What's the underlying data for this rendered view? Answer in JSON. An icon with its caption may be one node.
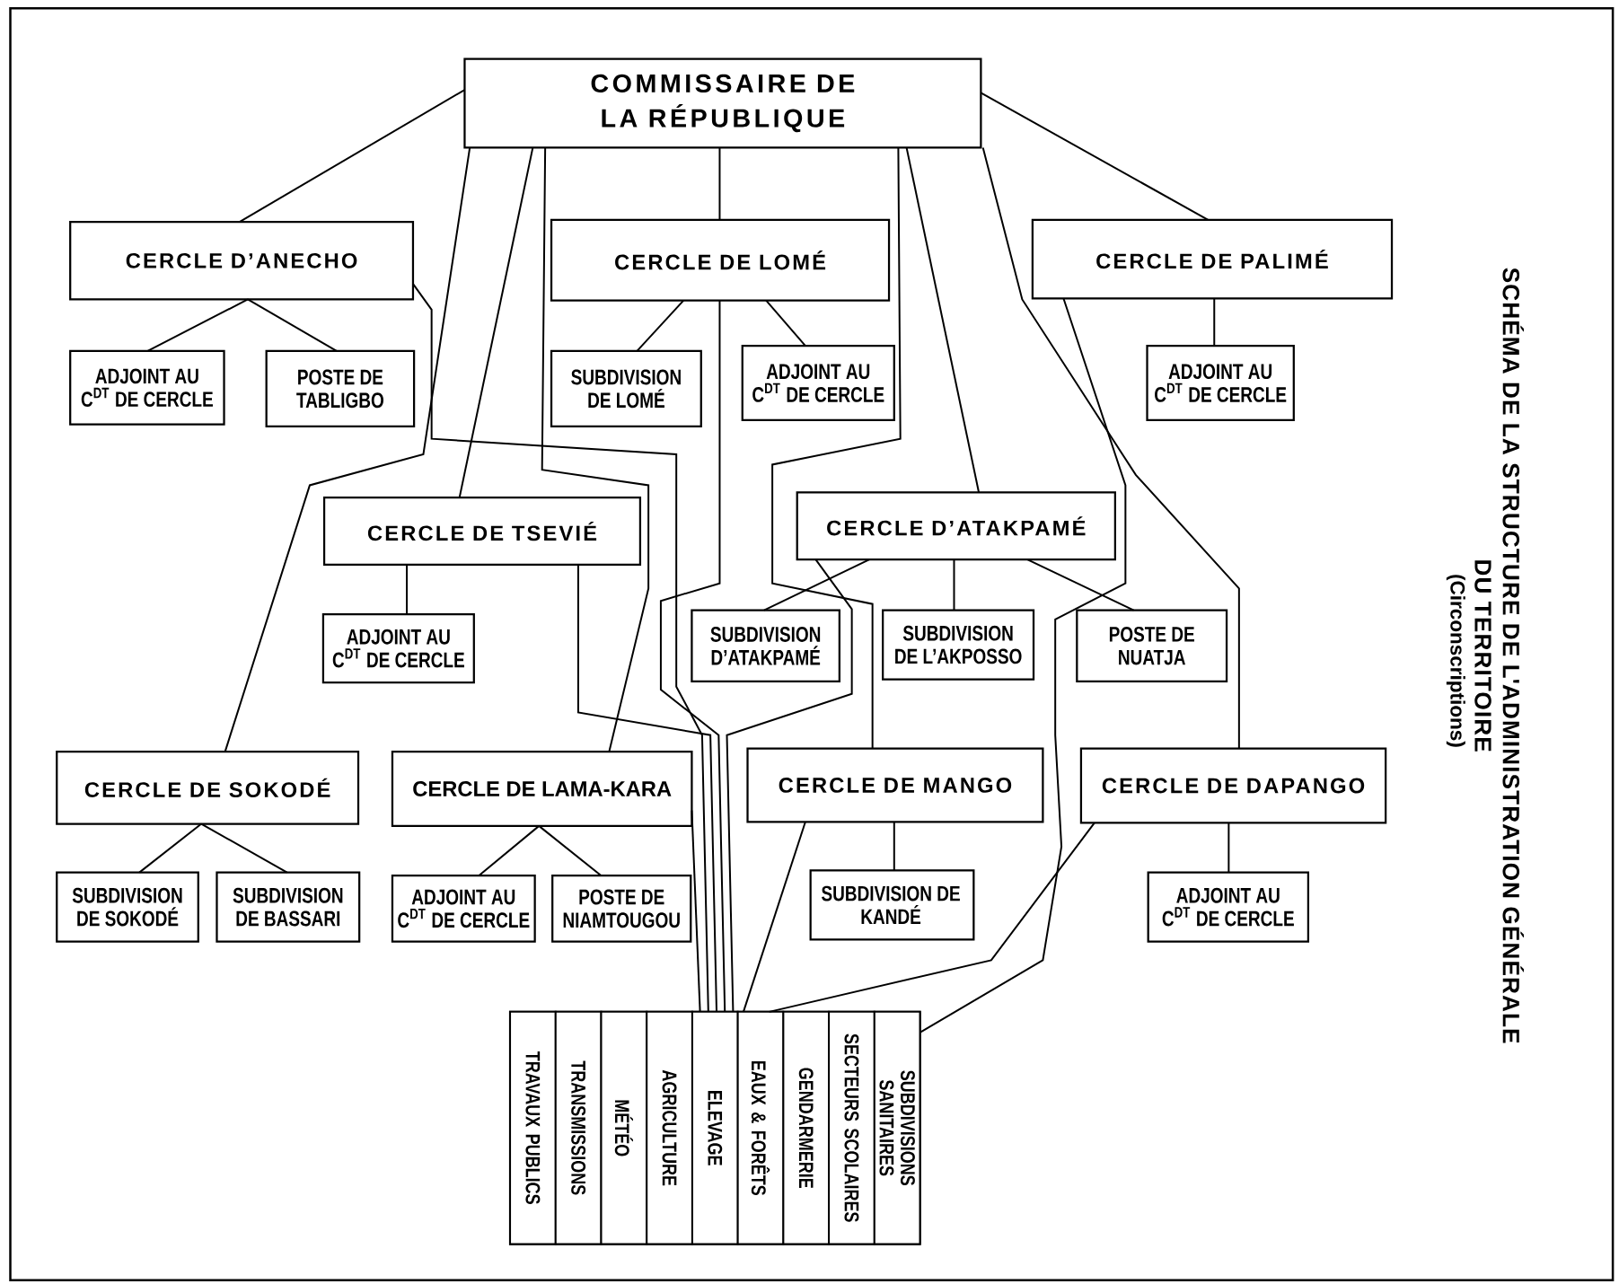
{
  "diagram": {
    "title": "SCHÉMA DE LA STRUCTURE DE L'ADMINISTRATION GÉNÉRALE DU TERRITOIRE",
    "caption": "(Circonscriptions)",
    "nodes": [
      {
        "text": [
          "COMMISSAIRE DE LA RÉPUBLIQUE"
        ]
      },
      {
        "text": [
          "CERCLE D’ANECHO"
        ]
      },
      {
        "text": [
          "CERCLE DE LOMÉ"
        ]
      },
      {
        "text": [
          "CERCLE DE PALIMÉ"
        ]
      },
      {
        "text": [
          "ADJOINT AU C$^{DT}$ DE CERCLE"
        ]
      },
      {
        "text": [
          "POSTE DE TABLIGBO"
        ]
      },
      {
        "text": [
          "SUBDIVISION DE LOMÉ"
        ]
      },
      {
        "text": [
          "ADJOINT AU C$^{DT}$ DE CERCLE"
        ]
      },
      {
        "text": [
          "ADJOINT AU C$^{DT}$ DE CERCLE"
        ]
      },
      {
        "text": [
          "CERCLE DE TSEVIÉ"
        ]
      },
      {
        "text": [
          "CERCLE D’ATAKPAMÉ"
        ]
      },
      {
        "text": [
          "ADJOINT AU C$^{DT}$ DE CERCLE"
        ]
      },
      {
        "text": [
          "SUBDIVISION D’ATAKPAMÉ"
        ]
      },
      {
        "text": [
          "SUBDIVISION DE L’AKPOSSO"
        ]
      },
      {
        "text": [
          "POSTE DE NUATJA"
        ]
      },
      {
        "text": [
          "CERCLE DE SOKODÉ"
        ]
      },
      {
        "text": [
          "CERCLE DE LAMA-KARA"
        ]
      },
      {
        "text": [
          "CERCLE DE MANGO"
        ]
      },
      {
        "text": [
          "CERCLE DE DAPANGO"
        ]
      },
      {
        "text": [
          "SUBDIVISION DE SOKODÉ"
        ]
      },
      {
        "text": [
          "SUBDIVISION DE BASSARI"
        ]
      },
      {
        "text": [
          "ADJOINT AU C$^{DT}$ DE CERCLE"
        ]
      },
      {
        "text": [
          "POSTE DE NIAMTOUGOU"
        ]
      },
      {
        "text": [
          "SUBDIVISION DE KANDÉ"
        ]
      },
      {
        "text": [
          "ADJOINT AU C$^{DT}$ DE CERCLE"
        ]
      },
      {
        "text": [],
        "shape": "box"
      },
      {
        "text": [
          "TRAVAUX PUBLICS"
        ],
        "in": 25
      },
      {
        "text": [
          "TRANSMISSIONS"
        ],
        "in": 25
      },
      {
        "text": [
          "MÉTÉO"
        ],
        "in": 25
      },
      {
        "text": [
          "AGRICULTURE"
        ],
        "in": 25
      },
      {
        "text": [
          "ELEVAGE"
        ],
        "in": 25
      },
      {
        "text": [
          "EAUX & FORÊTS"
        ],
        "in": 25
      },
      {
        "text": [
          "GENDARMERIE"
        ],
        "in": 25
      },
      {
        "text": [
          "SECTEURS SCOLAIRES"
        ],
        "in": 25
      },
      {
        "text": [
          "SUBDIVISIONS SANITAIRES"
        ],
        "in": 25
      }
    ],
    "edges": [
      {
        "from": 0,
        "to": 1,
        "arrow": "none"
      },
      {
        "from": 0,
        "to": 2,
        "arrow": "none"
      },
      {
        "from": 0,
        "to": 3,
        "arrow": "none"
      },
      {
        "from": 0,
        "to": 9,
        "arrow": "none"
      },
      {
        "from": 0,
        "to": 10,
        "arrow": "none"
      },
      {
        "from": 0,
        "to": 15,
        "arrow": "none"
      },
      {
        "from": 0,
        "to": 16,
        "arrow": "none"
      },
      {
        "from": 0,
        "to": 17,
        "arrow": "none"
      },
      {
        "from": 0,
        "to": 18,
        "arrow": "none"
      },
      {
        "from": 1,
        "to": 4,
        "arrow": "none"
      },
      {
        "from": 1,
        "to": 5,
        "arrow": "none"
      },
      {
        "from": 2,
        "to": 6,
        "arrow": "none"
      },
      {
        "from": 2,
        "to": 7,
        "arrow": "none"
      },
      {
        "from": 3,
        "to": 8,
        "arrow": "none"
      },
      {
        "from": 9,
        "to": 11,
        "arrow": "none"
      },
      {
        "from": 10,
        "to": 12,
        "arrow": "none"
      },
      {
        "from": 10,
        "to": 13,
        "arrow": "none"
      },
      {
        "from": 10,
        "to": 14,
        "arrow": "none"
      },
      {
        "from": 15,
        "to": 19,
        "arrow": "none"
      },
      {
        "from": 15,
        "to": 20,
        "arrow": "none"
      },
      {
        "from": 16,
        "to": 21,
        "arrow": "none"
      },
      {
        "from": 16,
        "to": 22,
        "arrow": "none"
      },
      {
        "from": 17,
        "to": 23,
        "arrow": "none"
      },
      {
        "from": 18,
        "to": 24,
        "arrow": "none"
      },
      {
        "from": 1,
        "to": 25,
        "arrow": "none"
      },
      {
        "from": 9,
        "to": 25,
        "arrow": "none"
      },
      {
        "from": 2,
        "to": 25,
        "arrow": "none"
      },
      {
        "from": 16,
        "to": 25,
        "arrow": "none"
      },
      {
        "from": 10,
        "to": 25,
        "arrow": "none"
      },
      {
        "from": 3,
        "to": 25,
        "arrow": "none"
      },
      {
        "from": 17,
        "to": 25,
        "arrow": "none"
      },
      {
        "from": 18,
        "to": 25,
        "arrow": "none"
      }
    ]
  }
}
